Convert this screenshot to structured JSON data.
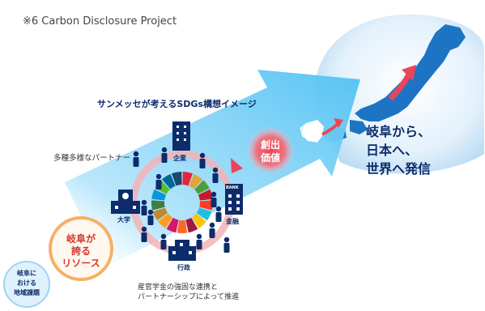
{
  "footnote": "※6 Carbon Disclosure Project",
  "heading": "サンメッセが考えるSDGs構想イメージ",
  "partner_label": "多種多様なパートナー",
  "nodes": {
    "company": "企業",
    "university": "大学",
    "finance": "金融",
    "government": "行政",
    "bank_sign": "BANK"
  },
  "creation_bubble": "創出\n価値",
  "pride_bubble": "岐阜が\n誇る\nリソース",
  "issue_bubble": "岐阜に\nおける\n地域課題",
  "result_text": "岐阜から、\n日本へ、\n世界へ発信",
  "bottom_caption": "産官学金の強固な連携と\nパートナーシップによって推進",
  "colors": {
    "navy": "#0c2c6b",
    "arrow_blue": "#5bc8f5",
    "accent_red": "#e8475a",
    "pride_orange": "#f6b066",
    "globe_blue": "#1d74c4"
  },
  "sdg_colors": [
    "#e5243b",
    "#dda63a",
    "#4c9f38",
    "#c5192d",
    "#ff3a21",
    "#26bde2",
    "#fcc30b",
    "#a21942",
    "#fd6925",
    "#dd1367",
    "#fd9d24",
    "#bf8b2e",
    "#3f7e44",
    "#0a97d9",
    "#56c02b",
    "#00689d",
    "#19486a"
  ]
}
